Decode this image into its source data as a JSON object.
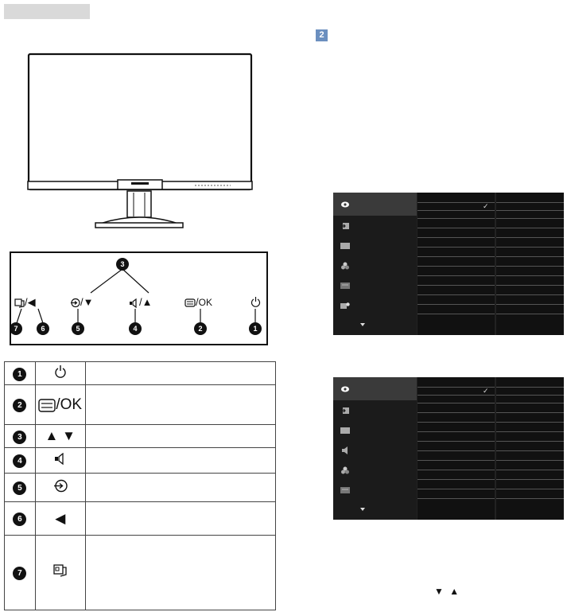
{
  "step_badge": "2",
  "control_panel": {
    "callouts": [
      "7",
      "6",
      "5",
      "4",
      "2",
      "1",
      "3"
    ],
    "labels": {
      "back": "◀",
      "down": "▼",
      "up": "▲",
      "ok": "OK",
      "slash": "/"
    }
  },
  "button_table": {
    "rows": [
      {
        "num": "1",
        "icon": "power-icon",
        "text": ""
      },
      {
        "num": "2",
        "icon": "menu-icon",
        "label": "/OK",
        "text": ""
      },
      {
        "num": "3",
        "icon": "up-down-arrows-icon",
        "label": "▲ ▼",
        "text": ""
      },
      {
        "num": "4",
        "icon": "volume-icon",
        "text": ""
      },
      {
        "num": "5",
        "icon": "input-icon",
        "text": ""
      },
      {
        "num": "6",
        "icon": "back-arrow-icon",
        "label": "◀",
        "text": ""
      },
      {
        "num": "7",
        "icon": "smartimage-icon",
        "text": ""
      }
    ]
  },
  "osd_menus": [
    {
      "side_items": [
        "eye-icon",
        "input-icon",
        "picture-icon",
        "color-icon",
        "language-icon",
        "settings-icon",
        "chevron-down-icon"
      ],
      "check": "✓"
    },
    {
      "side_items": [
        "eye-icon",
        "input-icon",
        "picture-icon",
        "audio-icon",
        "color-icon",
        "language-icon",
        "chevron-down-icon"
      ],
      "check": "✓"
    }
  ],
  "nav_hint": "▼ ▲",
  "colors": {
    "badge": "#6b8fbf",
    "osd_bg": "#1b1b1b",
    "osd_active": "#3a3a3a"
  }
}
